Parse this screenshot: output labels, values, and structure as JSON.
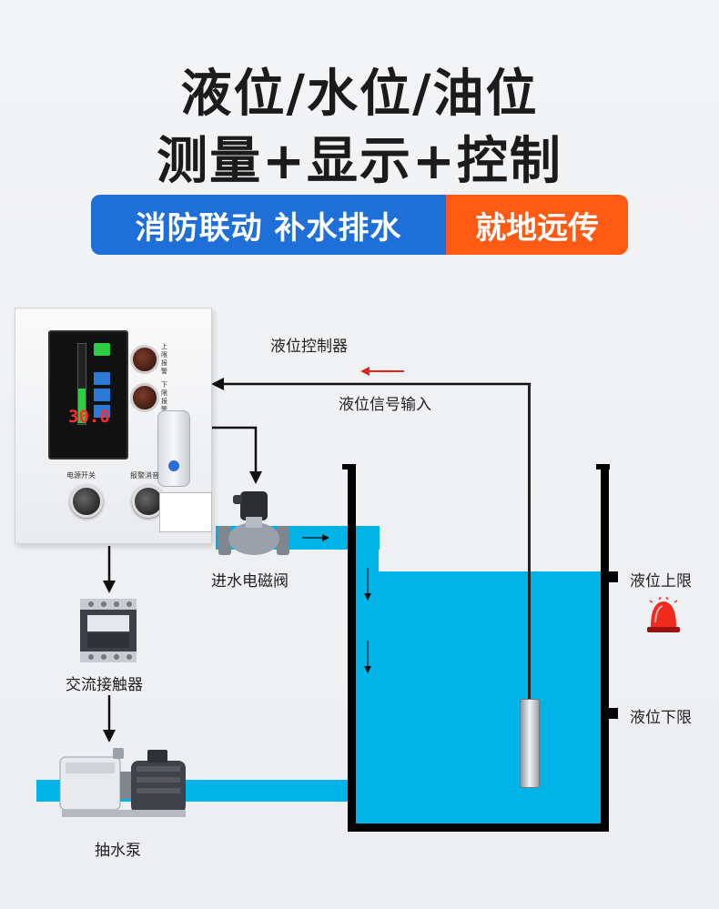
{
  "header": {
    "title_line1": "液位/水位/油位",
    "title_line2": "测量+显示+控制"
  },
  "banner": {
    "blue_text": "消防联动  补水排水",
    "orange_text": "就地远传"
  },
  "labels": {
    "controller": "液位控制器",
    "signal_input": "液位信号输入",
    "solenoid_valve": "进水电磁阀",
    "contactor": "交流接触器",
    "pump": "抽水泵",
    "upper_limit": "液位上限",
    "lower_limit": "液位下限"
  },
  "cabinet": {
    "display_value": "30.0",
    "upper_alarm": "上限报警",
    "lower_alarm": "下限报警",
    "power_switch": "电源开关",
    "alarm_mute": "报警消音"
  },
  "colors": {
    "water": "#00b3e6",
    "banner_blue": "#1f6fd8",
    "banner_orange": "#ff5a14",
    "signal_arrow": "#e0241b"
  }
}
